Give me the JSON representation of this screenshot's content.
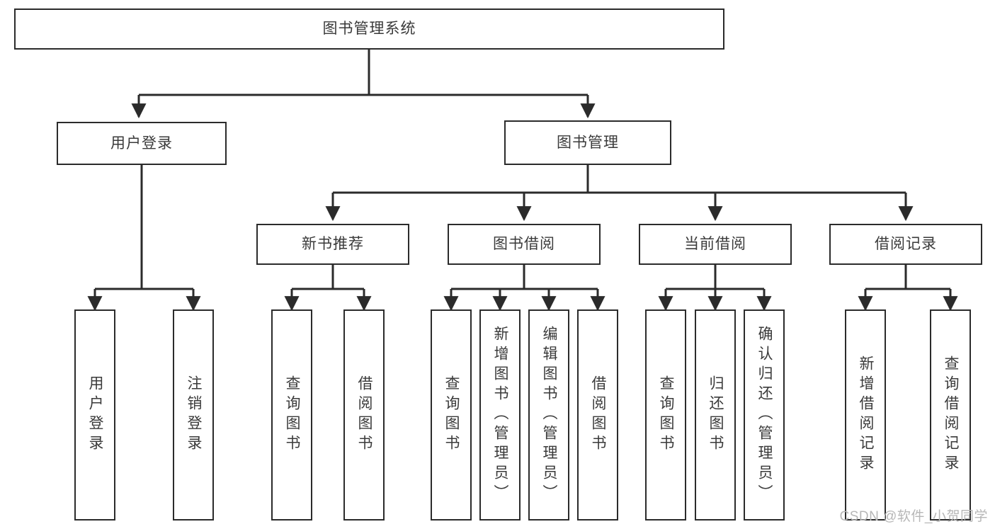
{
  "diagram": {
    "title": "图书管理系统",
    "type": "functional-structure-tree",
    "root": {
      "label": "图书管理系统"
    },
    "level2": [
      {
        "label": "用户登录"
      },
      {
        "label": "图书管理"
      }
    ],
    "level3": [
      {
        "label": "新书推荐"
      },
      {
        "label": "图书借阅"
      },
      {
        "label": "当前借阅"
      },
      {
        "label": "借阅记录"
      }
    ],
    "leaves": {
      "user_login": [
        {
          "label": "用户登录"
        },
        {
          "label": "注销登录"
        }
      ],
      "new_book_recommend": [
        {
          "label": "查询图书"
        },
        {
          "label": "借阅图书"
        }
      ],
      "book_borrow": [
        {
          "label": "查询图书"
        },
        {
          "label": "新增图书（管理员）"
        },
        {
          "label": "编辑图书（管理员）"
        },
        {
          "label": "借阅图书"
        }
      ],
      "current_borrow": [
        {
          "label": "查询图书"
        },
        {
          "label": "归还图书"
        },
        {
          "label": "确认归还（管理员）"
        }
      ],
      "borrow_record": [
        {
          "label": "新增借阅记录"
        },
        {
          "label": "查询借阅记录"
        }
      ]
    }
  },
  "watermark": {
    "text": "CSDN @软件_小贺同学"
  },
  "colors": {
    "box_border": "#2b2b2b",
    "box_fill": "#ffffff",
    "text": "#3a3a3a",
    "edge": "#2b2b2b",
    "watermark": "#b7b7b7",
    "background": "#ffffff"
  }
}
